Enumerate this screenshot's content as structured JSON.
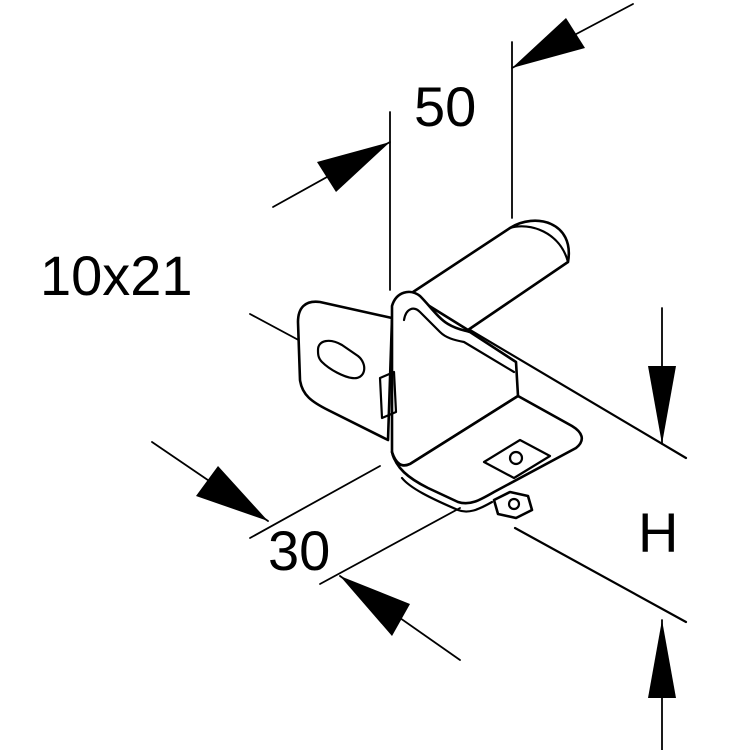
{
  "labels": {
    "width_top": "50",
    "slot": "10x21",
    "depth": "30",
    "height": "H"
  },
  "colors": {
    "line": "#000000",
    "background": "#ffffff"
  }
}
